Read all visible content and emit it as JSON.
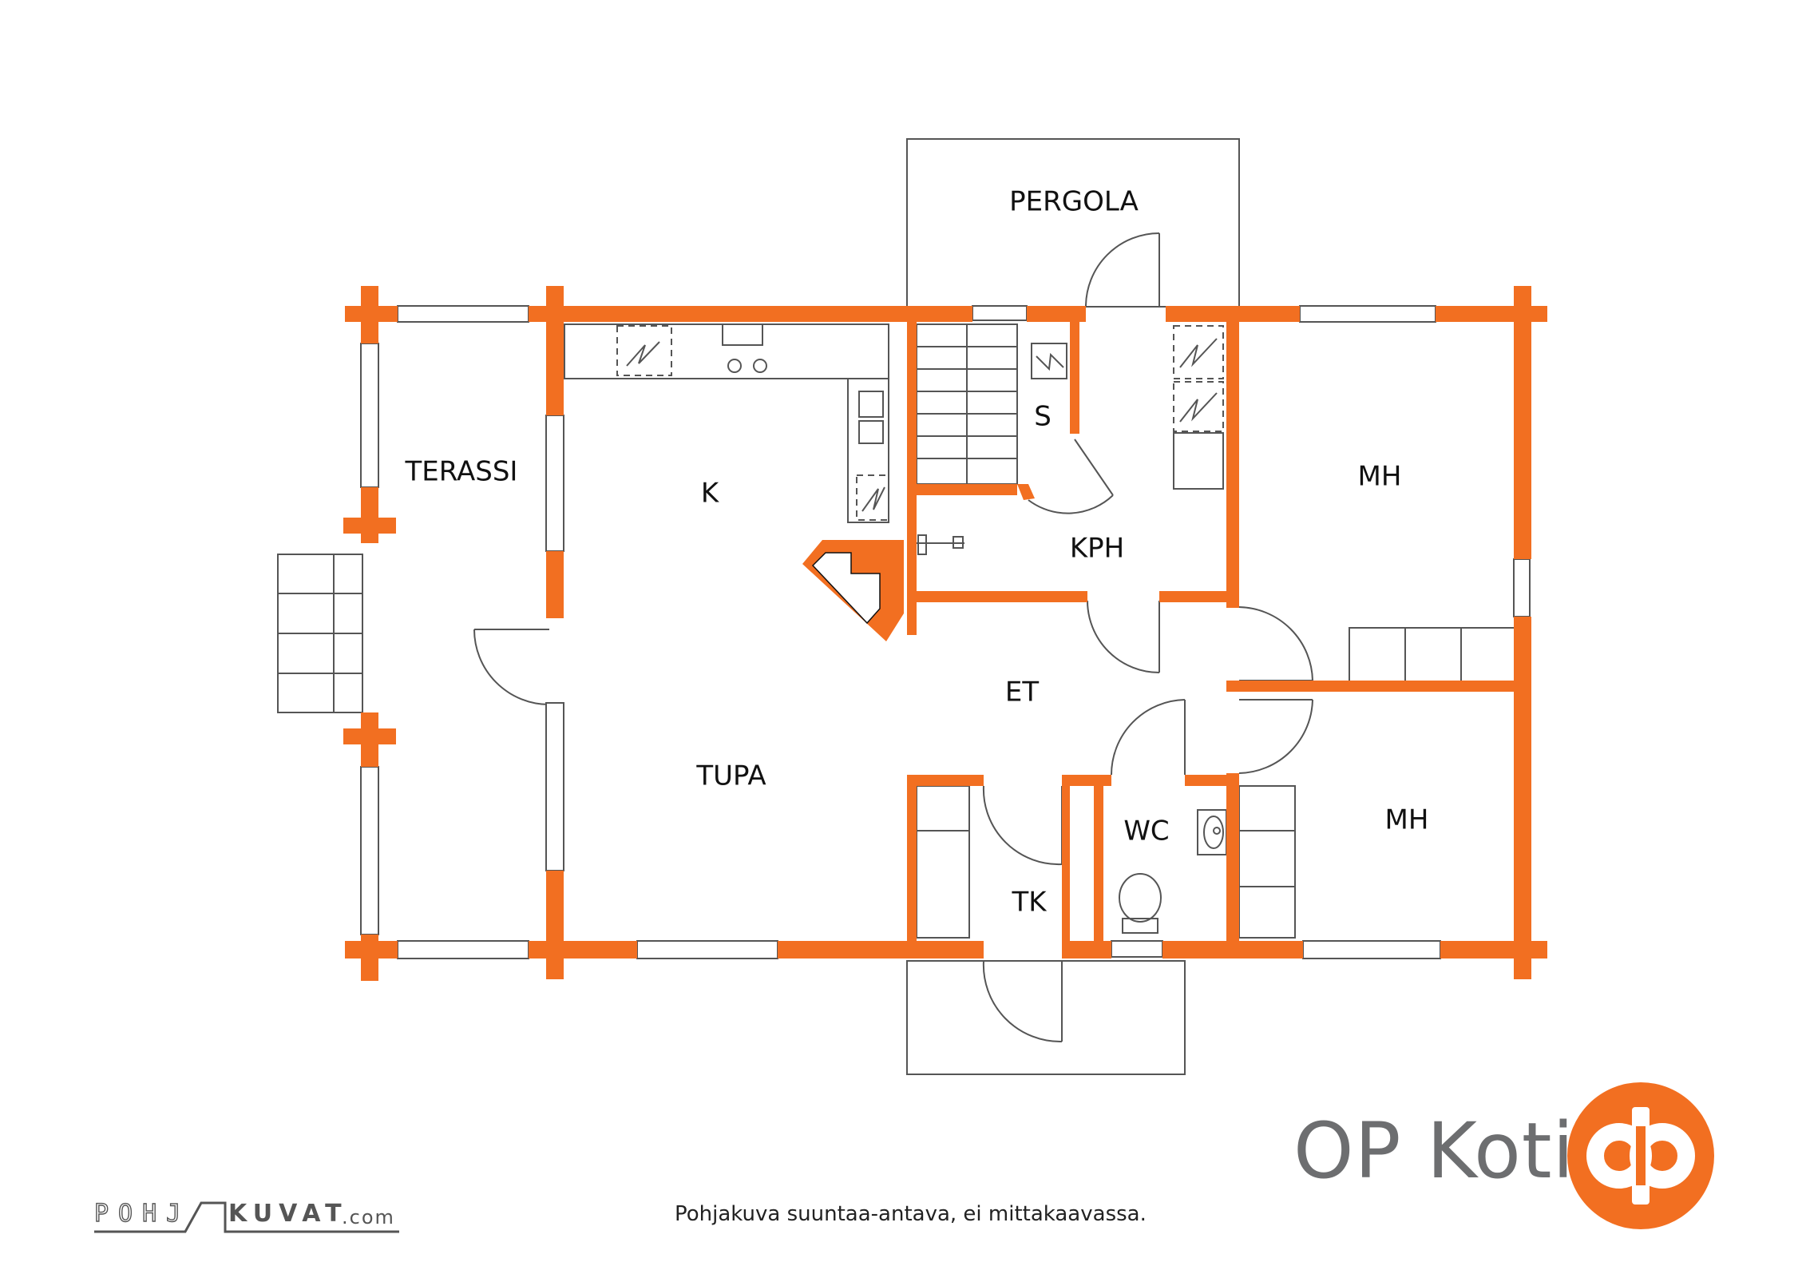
{
  "rooms": {
    "pergola": "PERGOLA",
    "terassi": "TERASSI",
    "k": "K",
    "s": "S",
    "kph": "KPH",
    "mh_upper": "MH",
    "et": "ET",
    "tupa": "TUPA",
    "wc": "WC",
    "mh_lower": "MH",
    "tk": "TK"
  },
  "footer": {
    "brand": "OP Koti",
    "disclaimer": "Pohjakuva suuntaa-antava, ei mittakaavassa.",
    "watermark_left": "POHJ",
    "watermark_right": "KUVAT",
    "watermark_domain": ".com"
  },
  "colors": {
    "wall": "#f26f21",
    "brand_text": "#6d6e70",
    "line": "#555555"
  },
  "icons": {
    "logo": "op-logo-icon"
  }
}
